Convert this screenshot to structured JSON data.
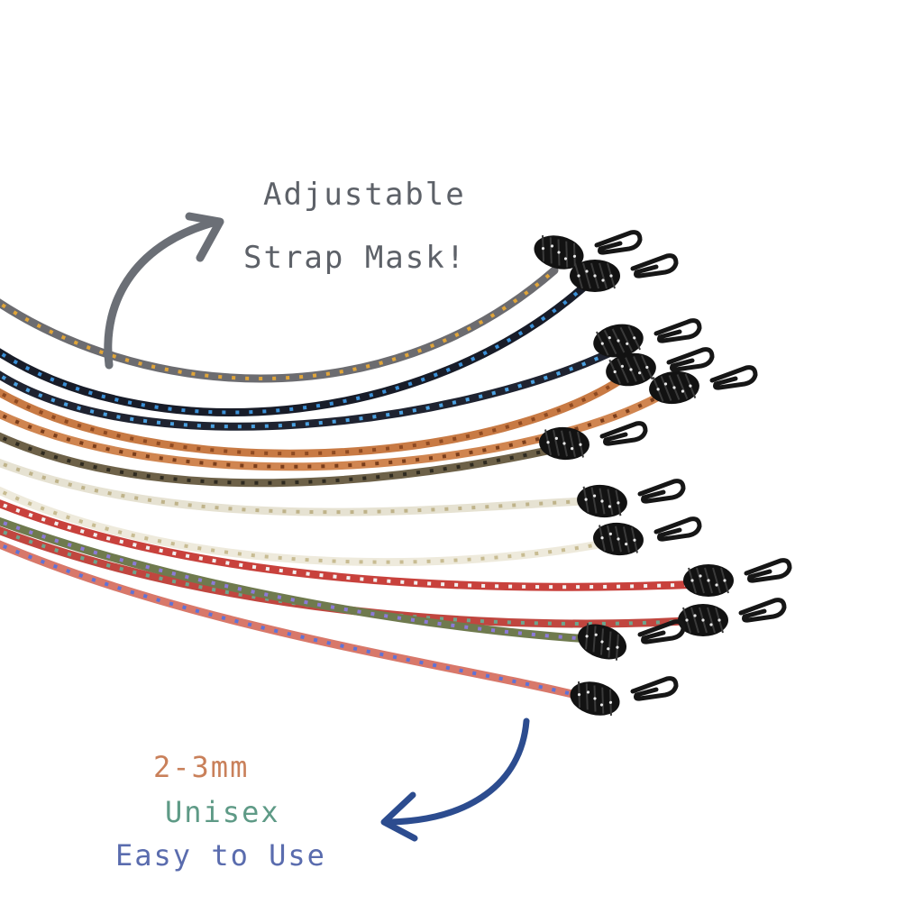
{
  "headline": {
    "line1": "Adjustable",
    "line2": "Strap Mask!"
  },
  "features": [
    {
      "text": "2-3mm",
      "color": "#c9805a"
    },
    {
      "text": "Unisex",
      "color": "#5e9a86"
    },
    {
      "text": "Easy to Use",
      "color": "#5a6cae"
    }
  ],
  "arrows": {
    "top_color": "#6b6f76",
    "bottom_color": "#2c4c8f"
  },
  "straps": [
    {
      "name": "grey-yellow",
      "base": "#6c6c70",
      "fleck": "#e0a53a"
    },
    {
      "name": "black-blue",
      "base": "#181c28",
      "fleck": "#3a8fd6"
    },
    {
      "name": "black-blue-2",
      "base": "#1f2330",
      "fleck": "#4aa0e0"
    },
    {
      "name": "orange",
      "base": "#c87a44",
      "fleck": "#8e4a22"
    },
    {
      "name": "orange-2",
      "base": "#d08550",
      "fleck": "#7a3e1c"
    },
    {
      "name": "camo",
      "base": "#6d6148",
      "fleck": "#2e2a20"
    },
    {
      "name": "cream",
      "base": "#e6e2d2",
      "fleck": "#bfb38a"
    },
    {
      "name": "cream-2",
      "base": "#eeeadc",
      "fleck": "#c8bc92"
    },
    {
      "name": "red-white",
      "base": "#c8413c",
      "fleck": "#f1f1f1"
    },
    {
      "name": "red-green",
      "base": "#c0463f",
      "fleck": "#6da58e"
    },
    {
      "name": "olive-purple",
      "base": "#6f7a4e",
      "fleck": "#8c7ad8"
    },
    {
      "name": "salmon-blue",
      "base": "#d8786a",
      "fleck": "#5f73d6"
    }
  ]
}
